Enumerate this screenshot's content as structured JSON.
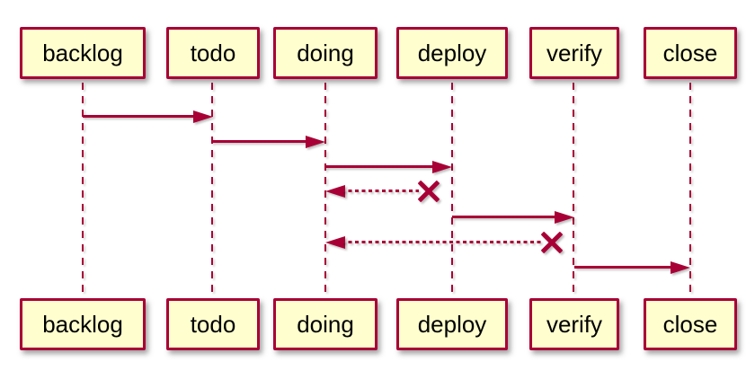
{
  "diagram": {
    "type": "sequence",
    "style": "plantuml-classic",
    "participants": [
      "backlog",
      "todo",
      "doing",
      "deploy",
      "verify",
      "close"
    ],
    "messages": [
      {
        "from": "backlog",
        "to": "todo",
        "line": "solid",
        "arrowhead": "filled",
        "lost": false
      },
      {
        "from": "todo",
        "to": "doing",
        "line": "solid",
        "arrowhead": "filled",
        "lost": false
      },
      {
        "from": "doing",
        "to": "deploy",
        "line": "solid",
        "arrowhead": "filled",
        "lost": false
      },
      {
        "from": "deploy",
        "to": "doing",
        "line": "dotted",
        "arrowhead": "filled",
        "lost": true
      },
      {
        "from": "deploy",
        "to": "verify",
        "line": "solid",
        "arrowhead": "filled",
        "lost": false
      },
      {
        "from": "verify",
        "to": "doing",
        "line": "dotted",
        "arrowhead": "filled",
        "lost": true
      },
      {
        "from": "verify",
        "to": "close",
        "line": "solid",
        "arrowhead": "filled",
        "lost": false
      }
    ],
    "colors": {
      "participant_fill": "#FEFECE",
      "participant_border": "#A80036",
      "lifeline": "#A80036",
      "arrow": "#A80036",
      "text": "#000000",
      "background": "#FFFFFF"
    }
  }
}
